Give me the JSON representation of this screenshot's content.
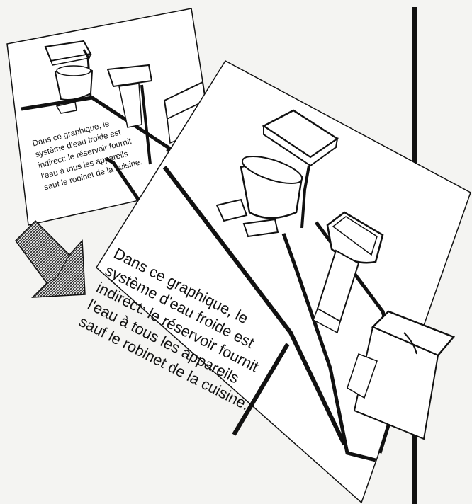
{
  "figure": {
    "small_card": {
      "caption_lines": [
        "Dans ce graphique, le",
        "système d'eau froide est",
        "indirect: le réservoir fournit",
        "l'eau à tous les appareils",
        "sauf le robinet de la cuisine."
      ]
    },
    "large_card": {
      "caption_lines": [
        "Dans ce graphique, le",
        "système d'eau froide est",
        "indirect: le réservoir fournit",
        "l'eau à tous les appareils",
        "sauf le robinet de la cuisine."
      ]
    },
    "colors": {
      "paper": "#ffffff",
      "background": "#f4f4f2",
      "ink": "#111111"
    },
    "icons": [
      "cistern-tank-icon",
      "toilet-bowl-icon",
      "washbasin-icon",
      "kitchen-sink-icon",
      "down-right-arrow-icon"
    ]
  }
}
